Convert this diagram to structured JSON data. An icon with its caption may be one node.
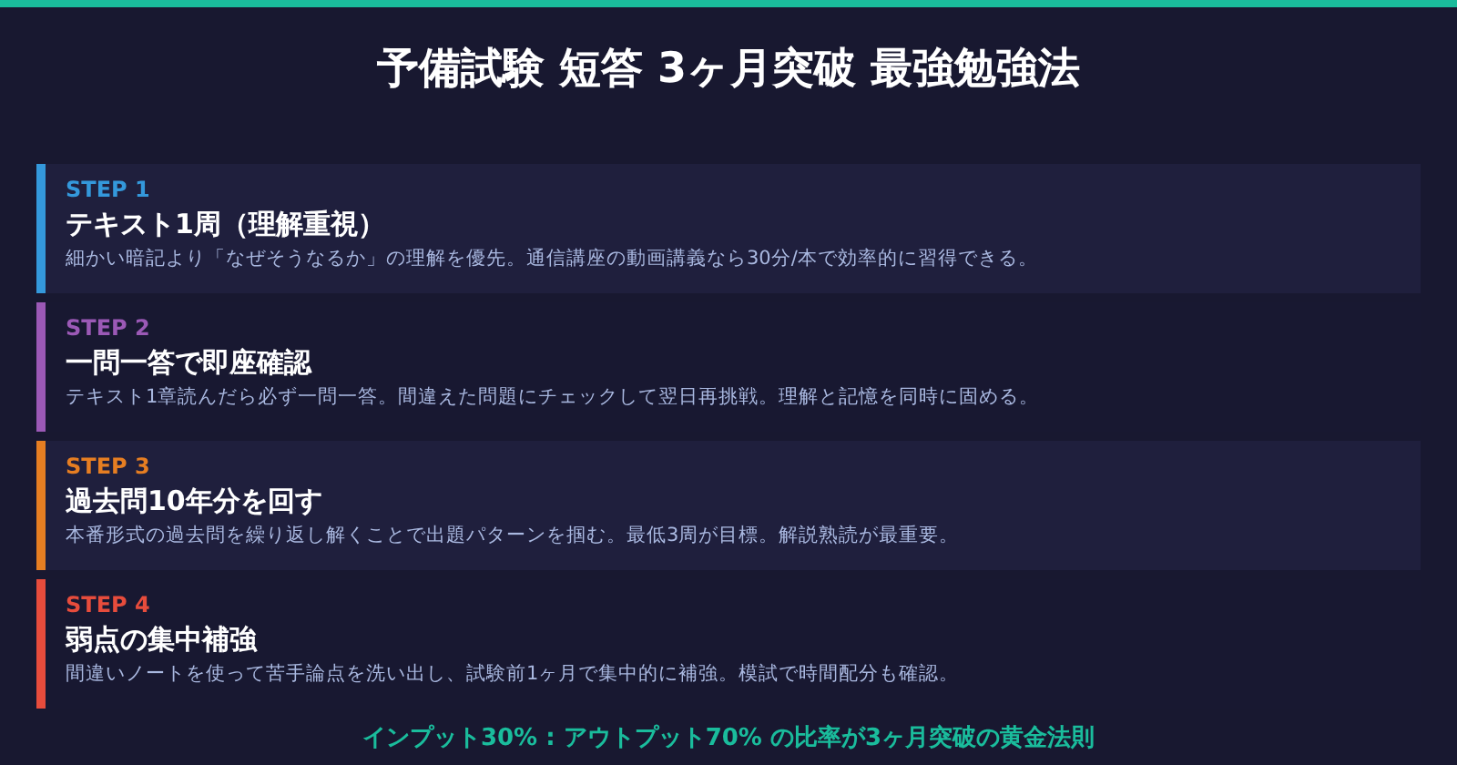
{
  "diagram": {
    "title": "予備試験 短答 3ヶ月突破 最強勉強法",
    "nodes": [
      {
        "text": [
          "STEP 1",
          "テキスト1周（理解重視）",
          "細かい暗記より「なぜそうなるか」の理解を優先。通信講座の動画講義なら30分/本で効率的に習得できる。"
        ]
      },
      {
        "text": [
          "STEP 2",
          "一問一答で即座確認",
          "テキスト1章読んだら必ず一問一答。間違えた問題にチェックして翌日再挑戦。理解と記憶を同時に固める。"
        ]
      },
      {
        "text": [
          "STEP 3",
          "過去問10年分を回す",
          "本番形式の過去問を繰り返し解くことで出題パターンを掴む。最低3周が目標。解説熟読が最重要。"
        ]
      },
      {
        "text": [
          "STEP 4",
          "弱点の集中補強",
          "間違いノートを使って苦手論点を洗い出し、試験前1ヶ月で集中的に補強。模試で時間配分も確認。"
        ]
      }
    ],
    "labels": [
      "インプット30% : アウトプット70% の比率が3ヶ月突破の黄金法則"
    ]
  }
}
